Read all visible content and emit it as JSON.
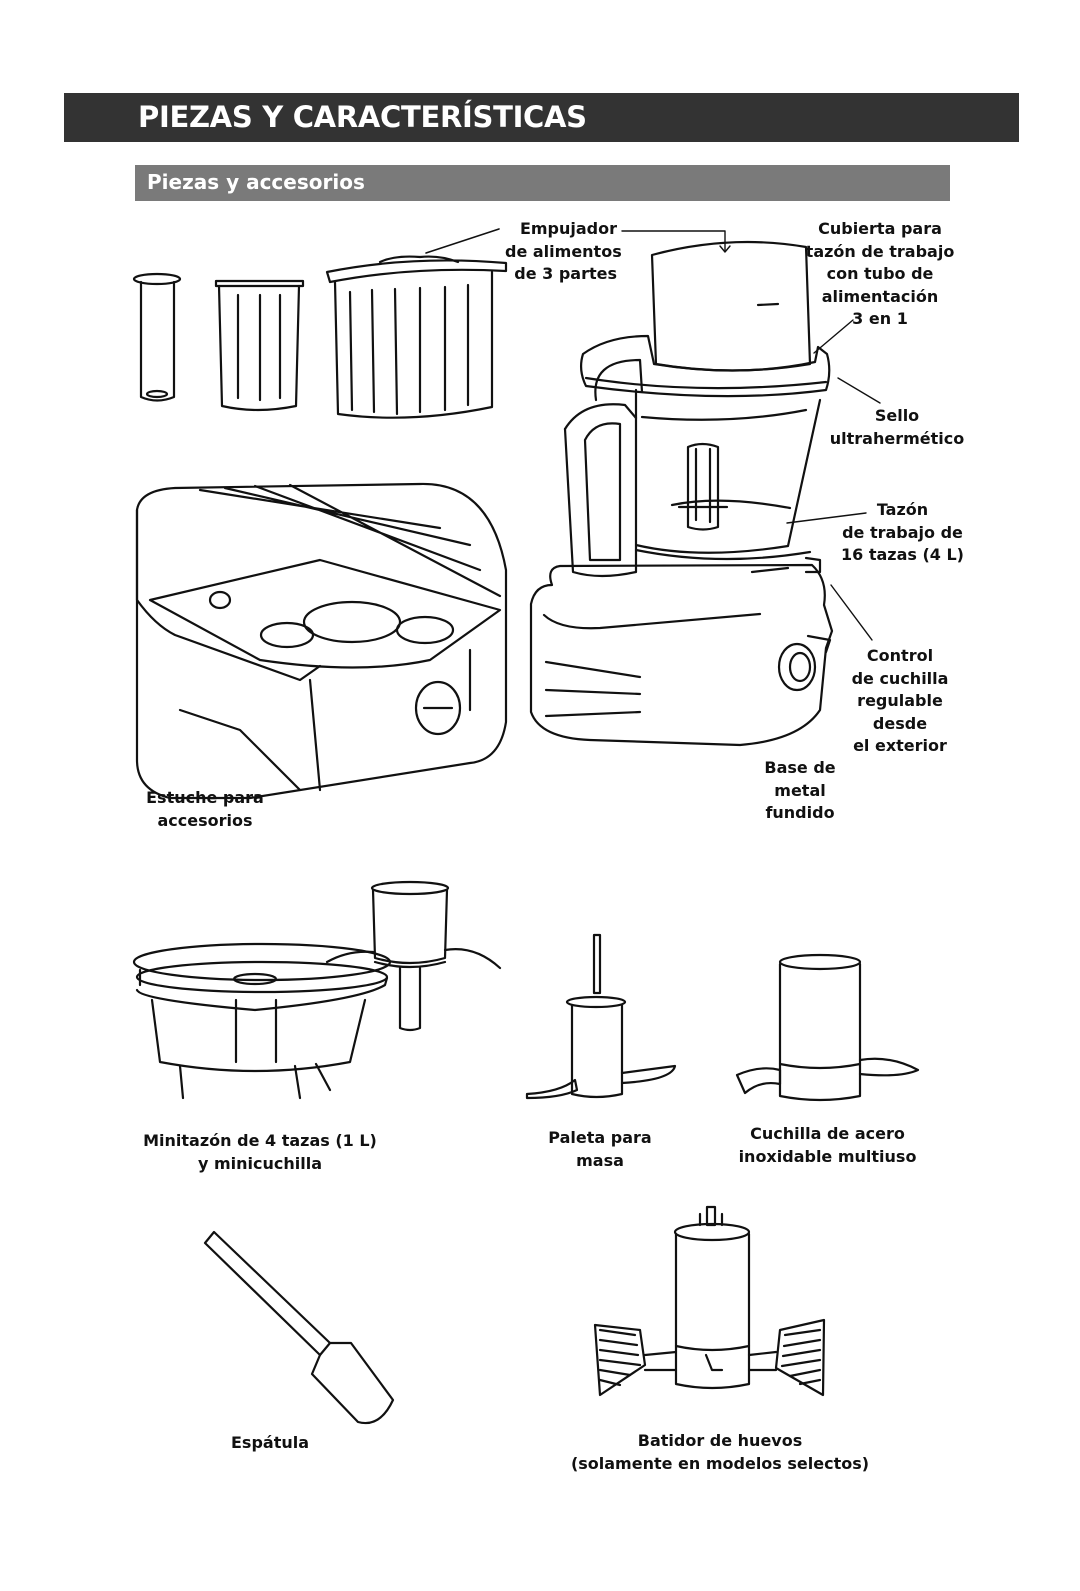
{
  "header": {
    "section_title": "PIEZAS Y CARACTERÍSTICAS",
    "subsection_title": "Piezas y accesorios"
  },
  "labels": {
    "pusher": [
      "Empujador",
      "de alimentos",
      "de 3 partes"
    ],
    "cover": [
      "Cubierta para",
      "tazón de trabajo",
      "con tubo de",
      "alimentación",
      "3 en 1"
    ],
    "seal": [
      "Sello",
      "ultrahermético"
    ],
    "bowl": [
      "Tazón",
      "de trabajo de",
      "16 tazas (4 L)"
    ],
    "control": [
      "Control",
      "de cuchilla",
      "regulable",
      "desde",
      "el exterior"
    ],
    "base": [
      "Base de",
      "metal",
      "fundido"
    ],
    "case": [
      "Estuche para",
      "accesorios"
    ],
    "mini_bowl": [
      "Minitazón de 4 tazas (1 L)",
      "y minicuchilla"
    ],
    "dough_blade": [
      "Paleta para",
      "masa"
    ],
    "steel_blade": [
      "Cuchilla de acero",
      "inoxidable multiuso"
    ],
    "spatula": [
      "Espátula"
    ],
    "egg_whip": [
      "Batidor de huevos",
      "(solamente en modelos selectos)"
    ]
  }
}
